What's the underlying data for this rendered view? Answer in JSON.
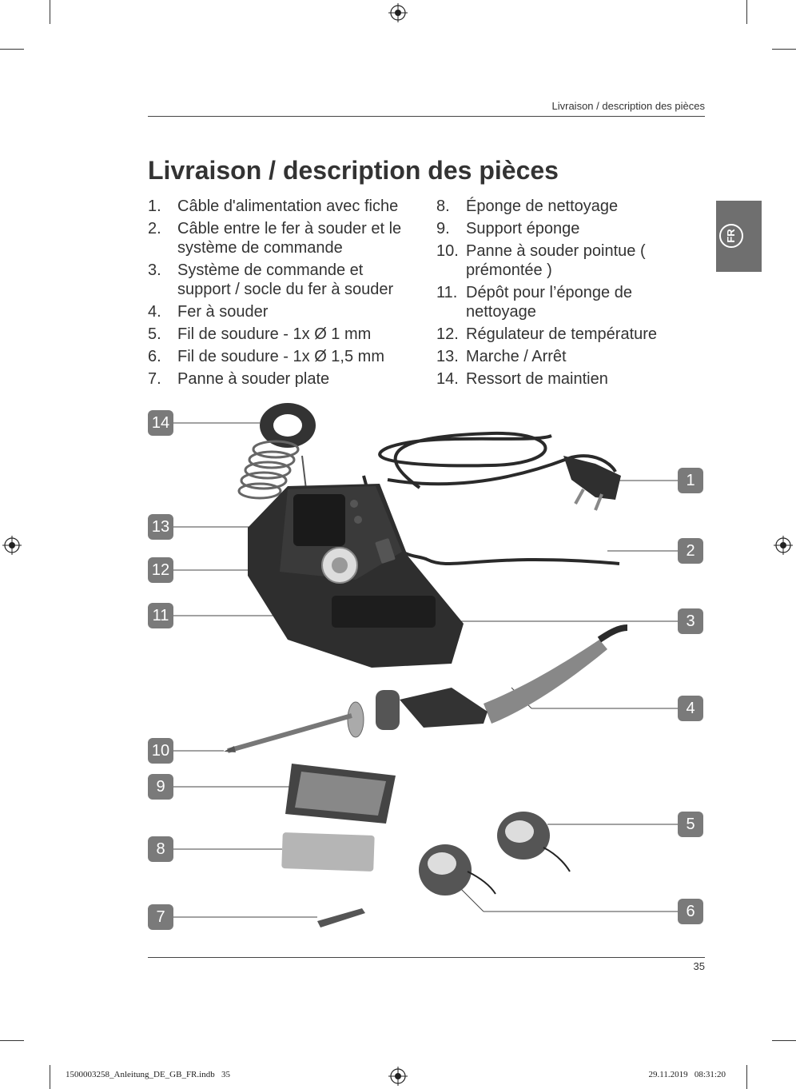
{
  "header": {
    "running_title": "Livraison / description des pièces"
  },
  "title": "Livraison / description des pièces",
  "parts_left": [
    {
      "num": "1.",
      "label": "Câble d'alimentation avec fiche"
    },
    {
      "num": "2.",
      "label": "Câble entre le fer à souder et le système de commande"
    },
    {
      "num": "3.",
      "label": "Système de commande et support / socle du fer à souder"
    },
    {
      "num": "4.",
      "label": "Fer à souder"
    },
    {
      "num": "5.",
      "label": "Fil de soudure - 1x Ø 1 mm"
    },
    {
      "num": "6.",
      "label": "Fil de soudure - 1x Ø 1,5 mm"
    },
    {
      "num": "7.",
      "label": "Panne à souder plate"
    }
  ],
  "parts_right": [
    {
      "num": "8.",
      "label": "Éponge de nettoyage"
    },
    {
      "num": "9.",
      "label": "Support éponge"
    },
    {
      "num": "10.",
      "label": "Panne à souder pointue ( prémontée )"
    },
    {
      "num": "11.",
      "label": "Dépôt pour l’éponge de nettoyage"
    },
    {
      "num": "12.",
      "label": "Régulateur de température"
    },
    {
      "num": "13.",
      "label": "Marche / Arrêt"
    },
    {
      "num": "14.",
      "label": "Ressort de maintien"
    }
  ],
  "language_tab": "FR",
  "callouts": {
    "c1": "1",
    "c2": "2",
    "c3": "3",
    "c4": "4",
    "c5": "5",
    "c6": "6",
    "c7": "7",
    "c8": "8",
    "c9": "9",
    "c10": "10",
    "c11": "11",
    "c12": "12",
    "c13": "13",
    "c14": "14"
  },
  "footer": {
    "page_number": "35",
    "file_name": "1500003258_Anleitung_DE_GB_FR.indb   35",
    "timestamp": "29.11.2019   08:31:20"
  },
  "colors": {
    "text": "#333333",
    "callout_bg": "#7a7a7a",
    "tab_bg": "#6f6f6f"
  }
}
